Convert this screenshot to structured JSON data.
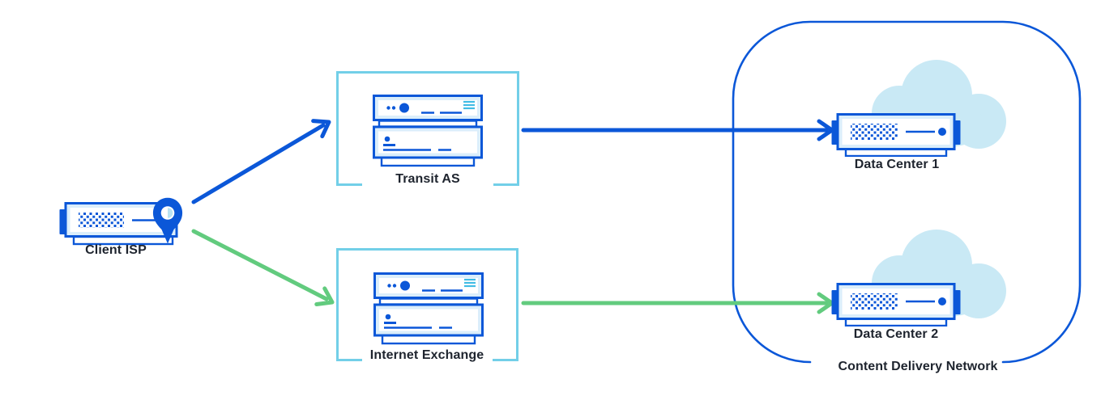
{
  "nodes": {
    "client_isp": {
      "label": "Client ISP"
    },
    "transit_as": {
      "label": "Transit AS"
    },
    "internet_exchange": {
      "label": "Internet Exchange"
    },
    "data_center_1": {
      "label": "Data Center 1"
    },
    "data_center_2": {
      "label": "Data Center 2"
    },
    "cdn": {
      "label": "Content Delivery Network"
    }
  },
  "icons": {
    "client_isp": "router-with-location-pin-icon",
    "transit_as": "server-stack-icon",
    "internet_exchange": "server-stack-icon",
    "data_center_1": "cloud-server-icon",
    "data_center_2": "cloud-server-icon"
  },
  "edges": [
    {
      "from": "Client ISP",
      "to": "Transit AS",
      "color_key": "primary_blue"
    },
    {
      "from": "Client ISP",
      "to": "Internet Exchange",
      "color_key": "green"
    },
    {
      "from": "Transit AS",
      "to": "Data Center 1",
      "color_key": "primary_blue"
    },
    {
      "from": "Internet Exchange",
      "to": "Data Center 2",
      "color_key": "green"
    }
  ],
  "colors": {
    "primary_blue": "#0b57d8",
    "frame_cyan": "#72cfe8",
    "accent_cyan": "#41bce5",
    "pale_fill": "#dbeefb",
    "cloud_fill": "#c9e9f5",
    "green": "#62cb7e",
    "label_ink": "#1e242e",
    "pin_inner": "#b9e2f2",
    "white": "#ffffff"
  }
}
